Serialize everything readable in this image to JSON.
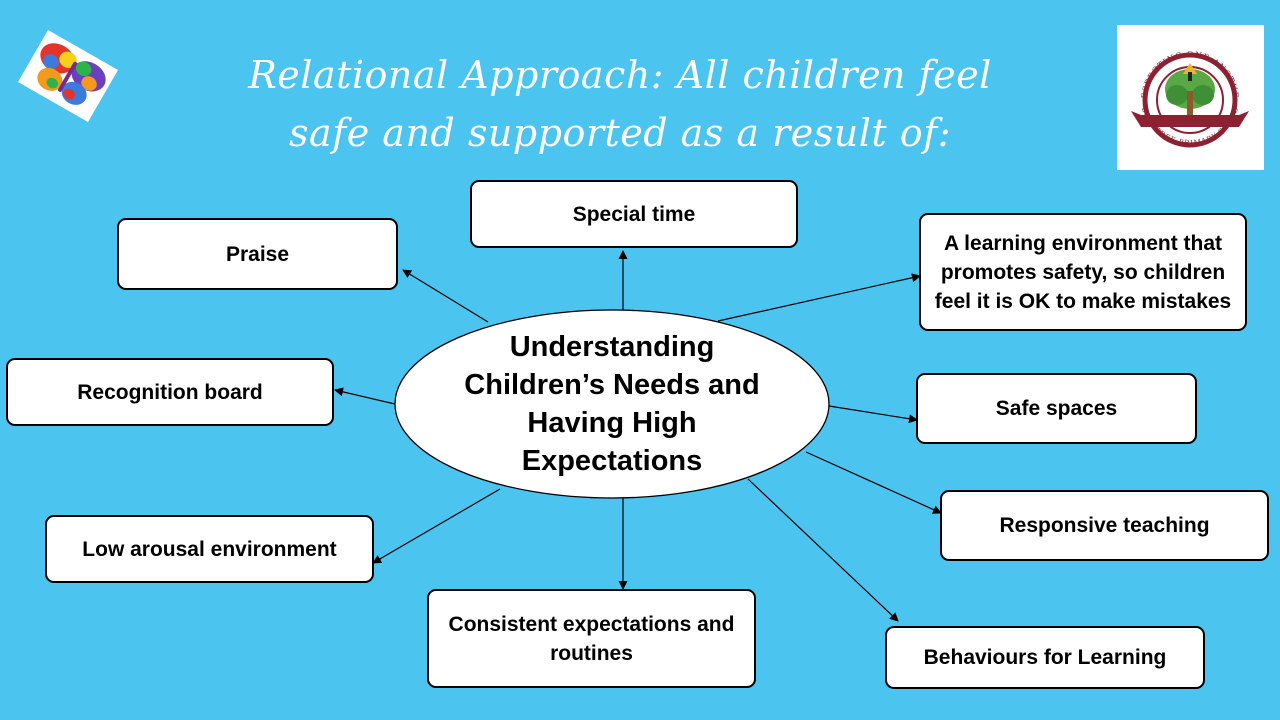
{
  "title": {
    "line1_plain": "Relational Approach: ",
    "line1_italic": "All children feel",
    "line2": "safe and supported as a result of:"
  },
  "center": {
    "label": "Understanding Children’s Needs and Having High Expectations"
  },
  "nodes": {
    "special_time": "Special time",
    "praise": "Praise",
    "learning_environment": "A learning environment that promotes safety, so children feel it is OK to make mistakes",
    "recognition_board": "Recognition board",
    "safe_spaces": "Safe spaces",
    "responsive_teaching": "Responsive teaching",
    "low_arousal": "Low arousal environment",
    "consistent_expectations": "Consistent expectations and routines",
    "behaviours_for_learning": "Behaviours for Learning"
  },
  "logos": {
    "left": "puzzle-butterfly-logo",
    "right_text_top": "RESPECTING ONE ANOTHER",
    "right_text_bottom": "BECONTREE PRIMARY SCHOOL"
  },
  "colors": {
    "background": "#4cc4f0",
    "box": "#ffffff",
    "border": "#000000",
    "title": "#ffffff",
    "crest_maroon": "#8b2131"
  }
}
